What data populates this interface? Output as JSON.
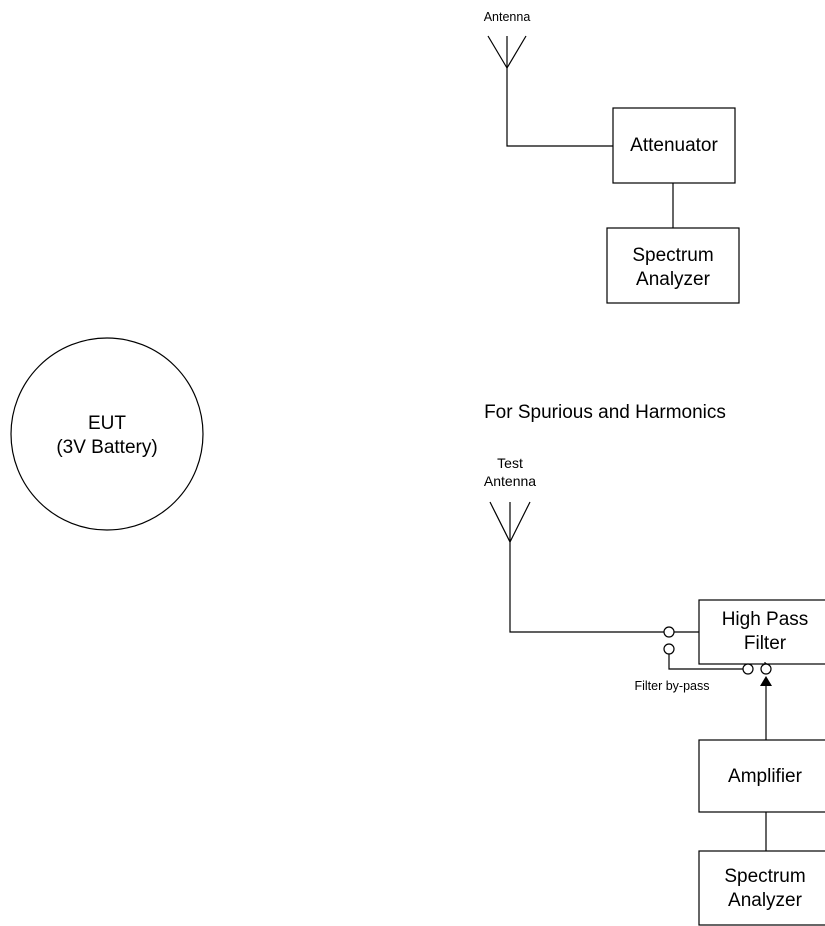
{
  "top_setup": {
    "antenna_label": "Antenna",
    "attenuator_label": "Attenuator",
    "analyzer_line1": "Spectrum",
    "analyzer_line2": "Analyzer"
  },
  "eut": {
    "line1": "EUT",
    "line2": "(3V Battery)"
  },
  "bottom_setup": {
    "section_title": "For Spurious and Harmonics",
    "antenna_line1": "Test",
    "antenna_line2": "Antenna",
    "hpf_line1": "High Pass",
    "hpf_line2": "Filter",
    "bypass_label": "Filter by-pass",
    "amplifier_label": "Amplifier",
    "analyzer_line1": "Spectrum",
    "analyzer_line2": "Analyzer"
  },
  "colors": {
    "line": "#000000",
    "background": "#ffffff"
  }
}
